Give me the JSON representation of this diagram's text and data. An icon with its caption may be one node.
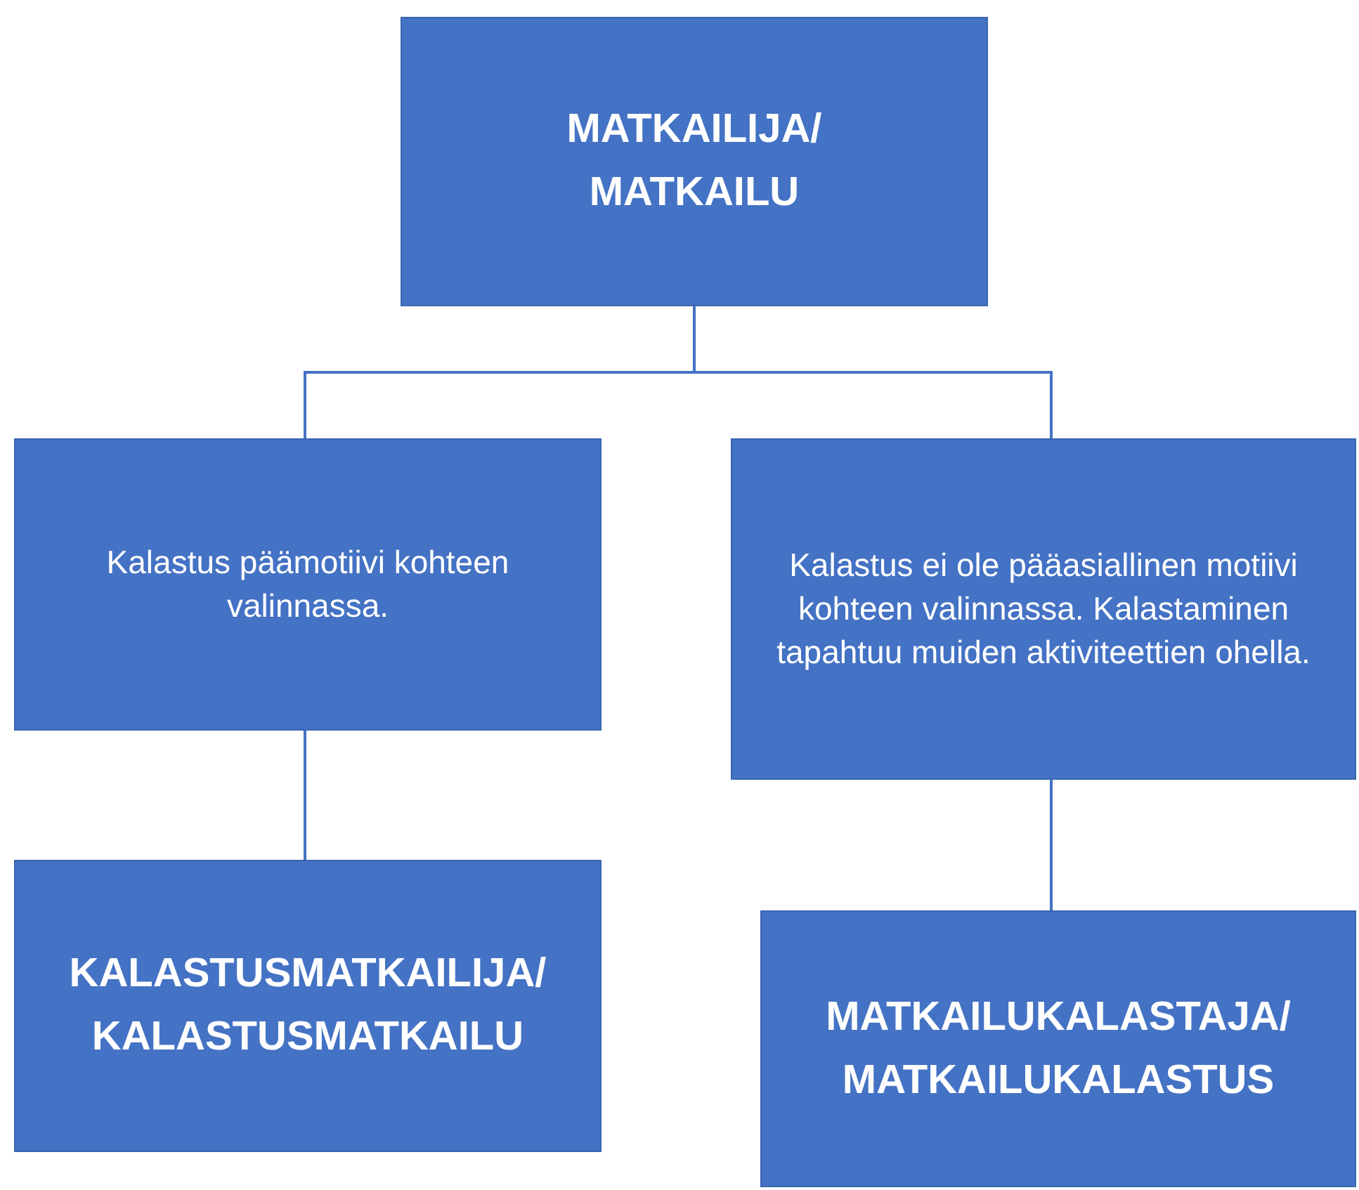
{
  "diagram": {
    "nodes": [
      {
        "text": [
          "MATKAILIJA/ MATKAILU"
        ]
      },
      {
        "text": [
          "Kalastus päämotiivi kohteen valinnassa."
        ]
      },
      {
        "text": [
          "Kalastus ei ole pääasiallinen motiivi kohteen valinnassa. Kalastaminen tapahtuu muiden aktiviteettien ohella."
        ]
      },
      {
        "text": [
          "KALASTUSMATKAILIJA/ KALASTUSMATKAILU"
        ]
      },
      {
        "text": [
          "MATKAILUKALASTAJA/ MATKAILUKALASTUS"
        ]
      }
    ],
    "edges": [
      {
        "from": 0,
        "to": 1,
        "arrow": "none"
      },
      {
        "from": 0,
        "to": 2,
        "arrow": "none"
      },
      {
        "from": 1,
        "to": 3,
        "arrow": "none"
      },
      {
        "from": 2,
        "to": 4,
        "arrow": "none"
      }
    ]
  }
}
